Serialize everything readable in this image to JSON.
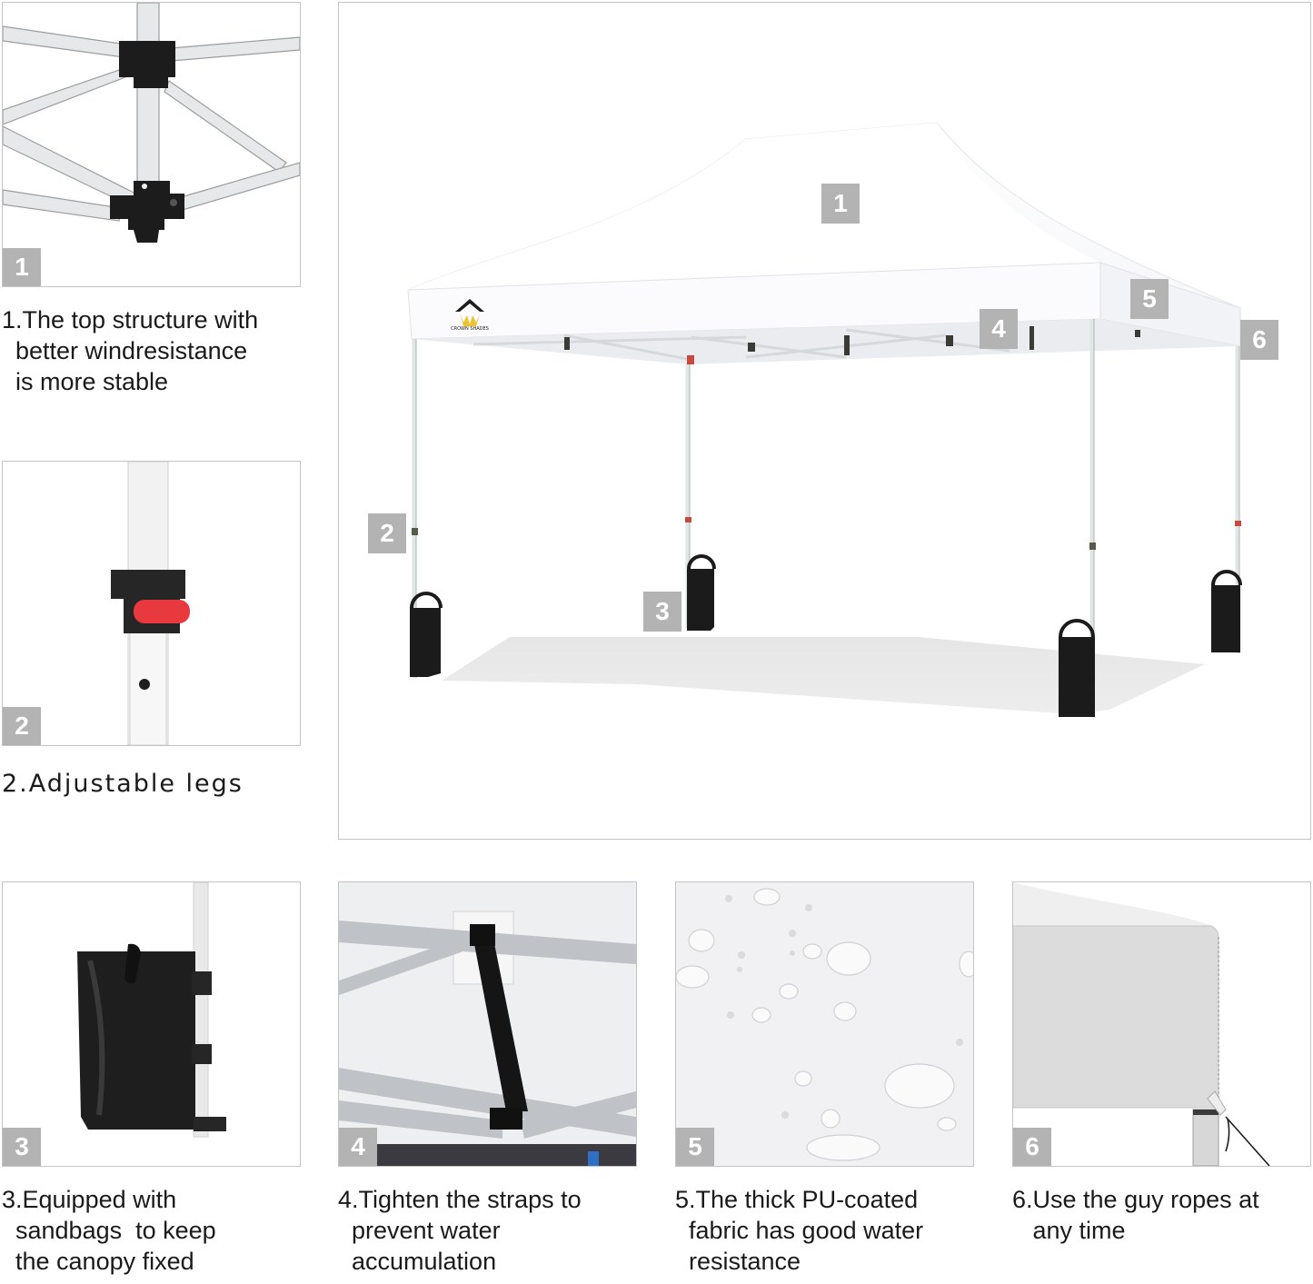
{
  "main_photo": {
    "alt": "White pop-up canopy tent with sandbags on each leg",
    "brand_logo_text": "CROWN SHADES",
    "callouts": [
      {
        "label": "1",
        "target": "canopy-top"
      },
      {
        "label": "2",
        "target": "adjustable-leg"
      },
      {
        "label": "3",
        "target": "sandbag"
      },
      {
        "label": "4",
        "target": "strap"
      },
      {
        "label": "5",
        "target": "fabric"
      },
      {
        "label": "6",
        "target": "guy-rope-corner"
      }
    ]
  },
  "features": [
    {
      "number": "1",
      "caption": "1.The top structure with\n  better windresistance\n  is more stable",
      "image": "top frame joint detail"
    },
    {
      "number": "2",
      "caption": "2.Adjustable legs",
      "image": "leg height adjustment button"
    },
    {
      "number": "3",
      "caption": "3.Equipped with\n  sandbags  to keep\n  the canopy fixed",
      "image": "sandbag strapped to leg"
    },
    {
      "number": "4",
      "caption": "4.Tighten the straps to\n  prevent water\n  accumulation",
      "image": "strap on roof truss"
    },
    {
      "number": "5",
      "caption": "5.The thick PU-coated\n  fabric has good water\n  resistance",
      "image": "water droplets on fabric"
    },
    {
      "number": "6",
      "caption": "6.Use the guy ropes at\n   any time",
      "image": "canopy corner with guy rope"
    }
  ],
  "colors": {
    "badge": "#b3b3b3",
    "panel_border": "#c4c4c4",
    "frame": "#e4e6e8",
    "sandbag": "#1b1b1b",
    "release_button": "#e8393e"
  }
}
